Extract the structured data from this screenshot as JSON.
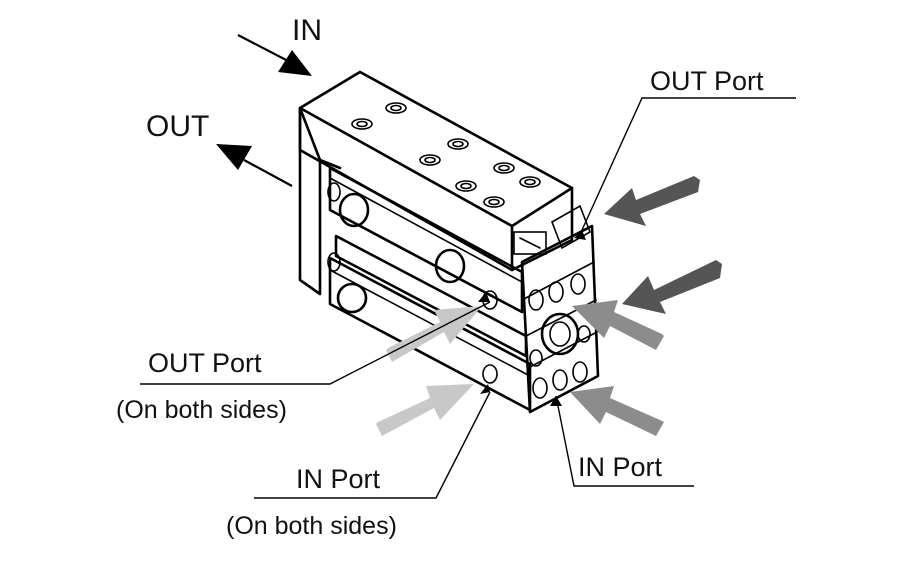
{
  "labels": {
    "in_arrow": "IN",
    "out_arrow": "OUT",
    "out_port_top": "OUT Port",
    "out_port_side": "OUT Port",
    "out_port_side_note": "(On both sides)",
    "in_port_side": "IN Port",
    "in_port_side_note": "(On both sides)",
    "in_port_right": "IN Port"
  },
  "colors": {
    "outline": "#000000",
    "dark_arrow": "#555555",
    "mid_arrow": "#8c8c8c",
    "light_arrow": "#c8c8c8"
  },
  "icons": [
    "in-direction-arrow",
    "out-direction-arrow",
    "port-flow-arrow"
  ]
}
